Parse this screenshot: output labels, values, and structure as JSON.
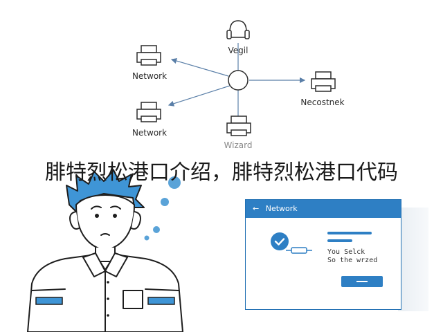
{
  "diagram": {
    "nodes": [
      {
        "id": "vegil",
        "label": "Vegil"
      },
      {
        "id": "network-top",
        "label": "Network"
      },
      {
        "id": "network-bottom",
        "label": "Network"
      },
      {
        "id": "necostnek",
        "label": "Necostnek"
      },
      {
        "id": "wizard",
        "label": "Wizard"
      }
    ]
  },
  "headline": "腓特烈松港口介绍，腓特烈松港口代码",
  "wizard_window": {
    "title": "Network",
    "back_icon": "back-arrow-icon",
    "line1": "You Selck",
    "line2": "So the wrzed"
  },
  "colors": {
    "accent": "#2e7fc4",
    "line": "#5a7fa8"
  }
}
